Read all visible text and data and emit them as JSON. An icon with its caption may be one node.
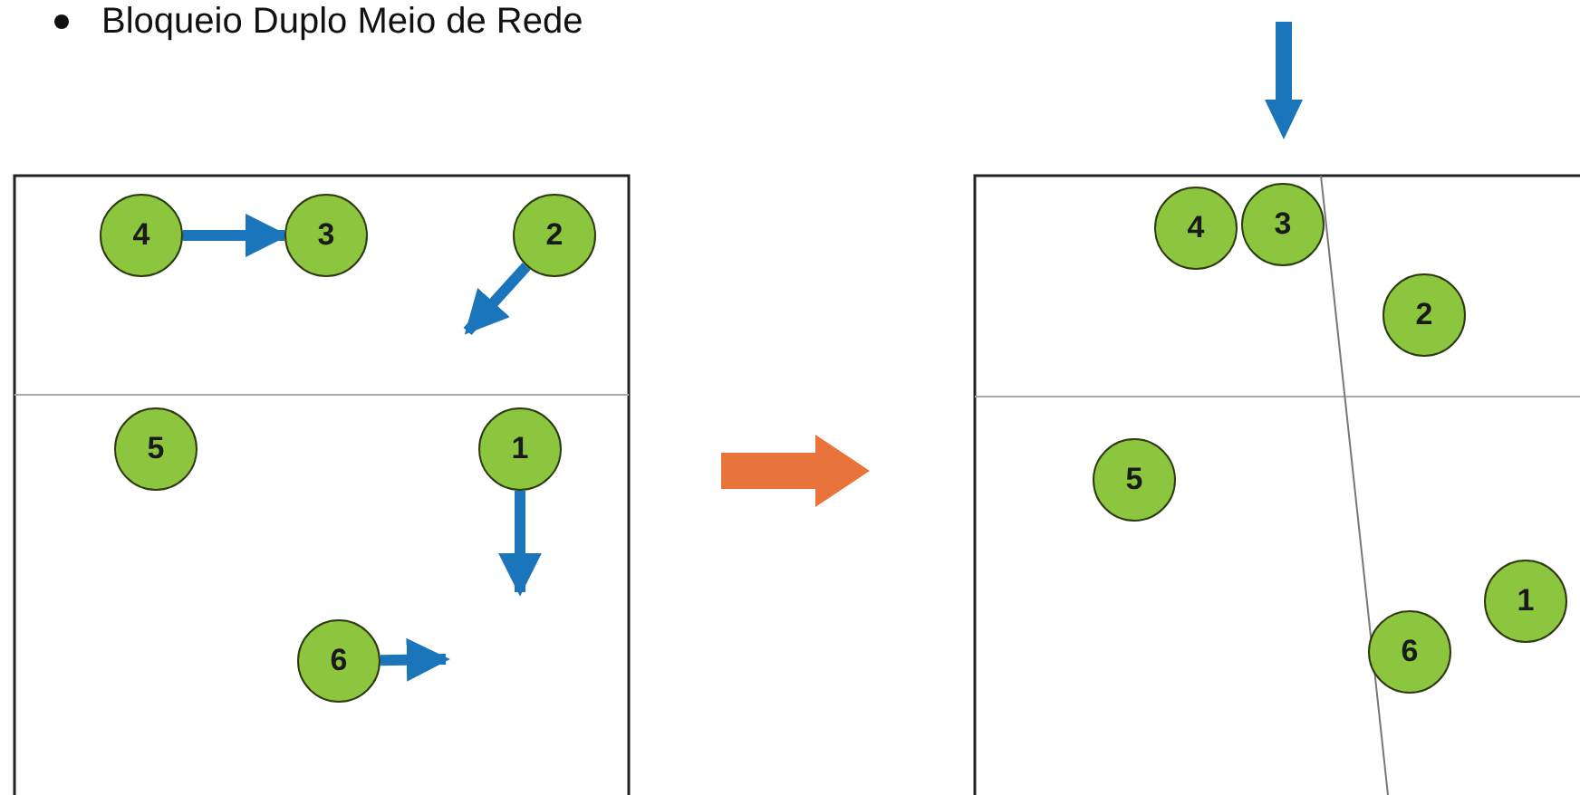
{
  "diagram": {
    "title": "Bloqueio Duplo Meio de Rede",
    "nodes": [
      {
        "text": [
          "4"
        ]
      },
      {
        "text": [
          "3"
        ]
      },
      {
        "text": [
          "2"
        ]
      },
      {
        "text": [
          "5"
        ]
      },
      {
        "text": [
          "1"
        ]
      },
      {
        "text": [
          "6"
        ]
      },
      {
        "text": [
          "4"
        ]
      },
      {
        "text": [
          "3"
        ]
      },
      {
        "text": [
          "2"
        ]
      },
      {
        "text": [
          "5"
        ]
      },
      {
        "text": [
          "1"
        ]
      },
      {
        "text": [
          "6"
        ]
      }
    ],
    "edges": [
      {
        "from": 0,
        "to": 1,
        "arrow": "to"
      },
      {
        "from": 2,
        "to": null,
        "arrow": "to"
      },
      {
        "from": 4,
        "to": null,
        "arrow": "to"
      },
      {
        "from": 5,
        "to": null,
        "arrow": "to"
      }
    ]
  }
}
